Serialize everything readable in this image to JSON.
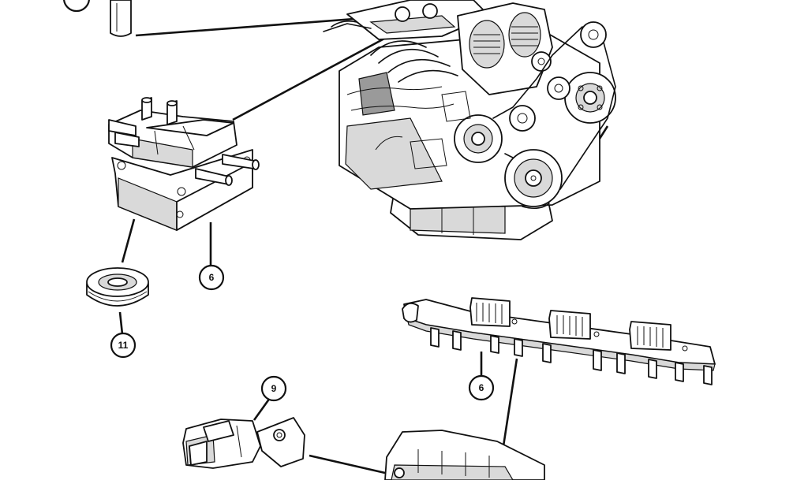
{
  "callouts": {
    "c6_coil_pack": "6",
    "c11_boot": "11",
    "c6_coil_rail": "6",
    "c9_sensor": "9"
  }
}
